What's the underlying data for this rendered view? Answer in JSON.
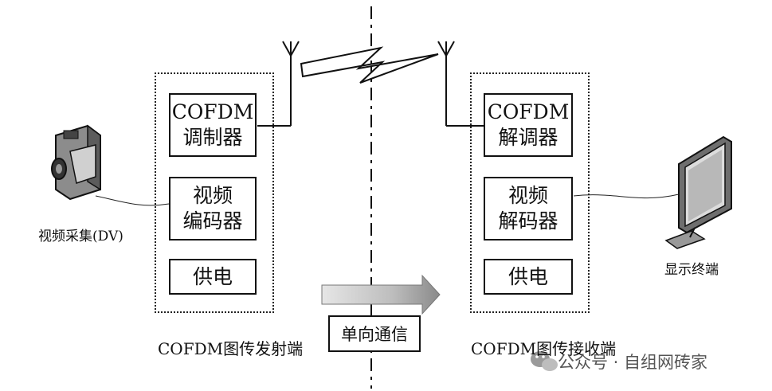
{
  "transmitter": {
    "modulator_line1": "COFDM",
    "modulator_line2": "调制器",
    "encoder_line1": "视频",
    "encoder_line2": "编码器",
    "power": "供电",
    "caption": "COFDM图传发射端"
  },
  "receiver": {
    "demodulator_line1": "COFDM",
    "demodulator_line2": "解调器",
    "decoder_line1": "视频",
    "decoder_line2": "解码器",
    "power": "供电",
    "caption": "COFDM图传接收端"
  },
  "source_label": "视频采集(DV)",
  "display_label": "显示终端",
  "link_label": "单向通信",
  "watermark": "公众号 · 自组网砖家",
  "icons": [
    "camcorder-icon",
    "monitor-icon",
    "antenna-icon",
    "lightning-icon",
    "arrow-icon",
    "wechat-icon"
  ]
}
